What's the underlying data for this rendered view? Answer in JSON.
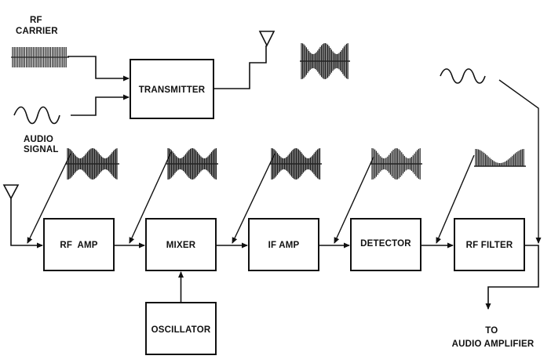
{
  "labels": {
    "rf_carrier": [
      "RF",
      "CARRIER"
    ],
    "audio_signal": [
      "AUDIO",
      "SIGNAL"
    ],
    "to_audio_amplifier": [
      "TO",
      "AUDIO AMPLIFIER"
    ]
  },
  "blocks": {
    "transmitter": "TRANSMITTER",
    "rf_amp": "RF  AMP",
    "mixer": "MIXER",
    "if_amp": "IF AMP",
    "detector": "DETECTOR",
    "rf_filter": "RF FILTER",
    "oscillator": "OSCILLATOR"
  }
}
